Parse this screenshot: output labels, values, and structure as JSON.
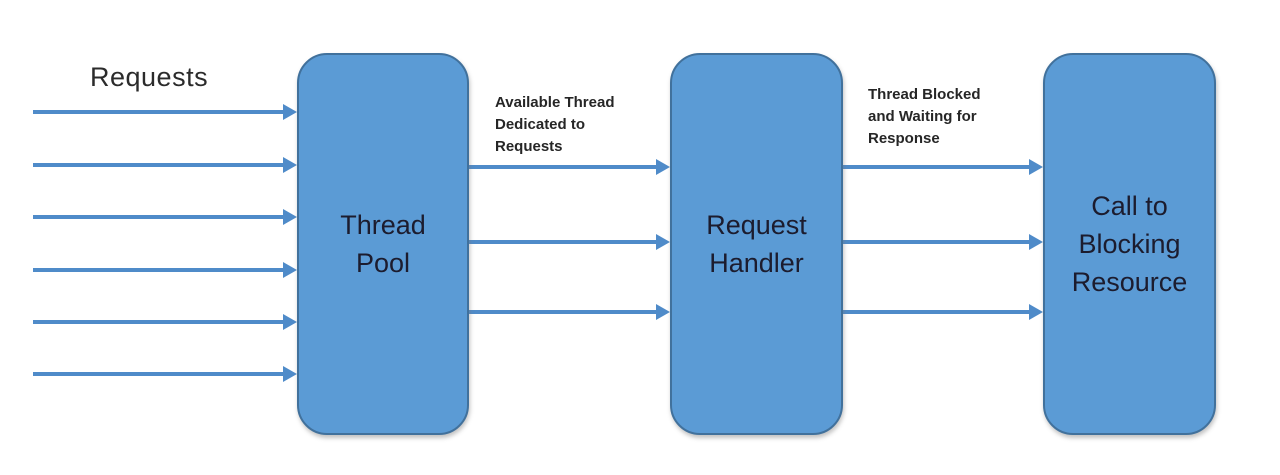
{
  "diagram": {
    "requests_label": "Requests",
    "nodes": [
      {
        "name": "thread-pool",
        "label": "Thread\nPool"
      },
      {
        "name": "request-handler",
        "label": "Request\nHandler"
      },
      {
        "name": "call-to-blocking-resource",
        "label": "Call to\nBlocking\nResource"
      }
    ],
    "edge_labels": [
      {
        "name": "available-thread",
        "text": "Available Thread\nDedicated to\nRequests"
      },
      {
        "name": "thread-blocked",
        "text": "Thread Blocked\nand Waiting for\nResponse"
      }
    ],
    "arrows": {
      "incoming_requests_count": 6,
      "pool_to_handler_count": 3,
      "handler_to_resource_count": 3
    },
    "colors": {
      "node_fill": "#5b9bd5",
      "node_border": "#41719c",
      "arrow": "#4f8bc9",
      "label_text": "#262626",
      "node_text": "#1c1c2e"
    }
  }
}
